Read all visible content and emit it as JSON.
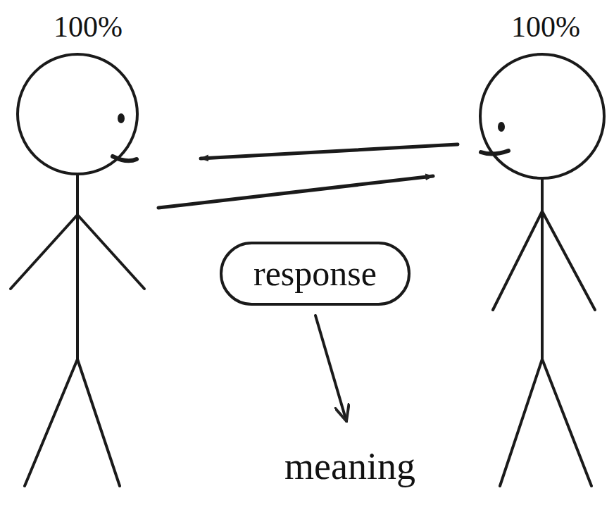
{
  "diagram": {
    "nodes": [
      {
        "text": [
          "response"
        ]
      }
    ],
    "labels": [
      "100%",
      "100%",
      "meaning"
    ]
  }
}
